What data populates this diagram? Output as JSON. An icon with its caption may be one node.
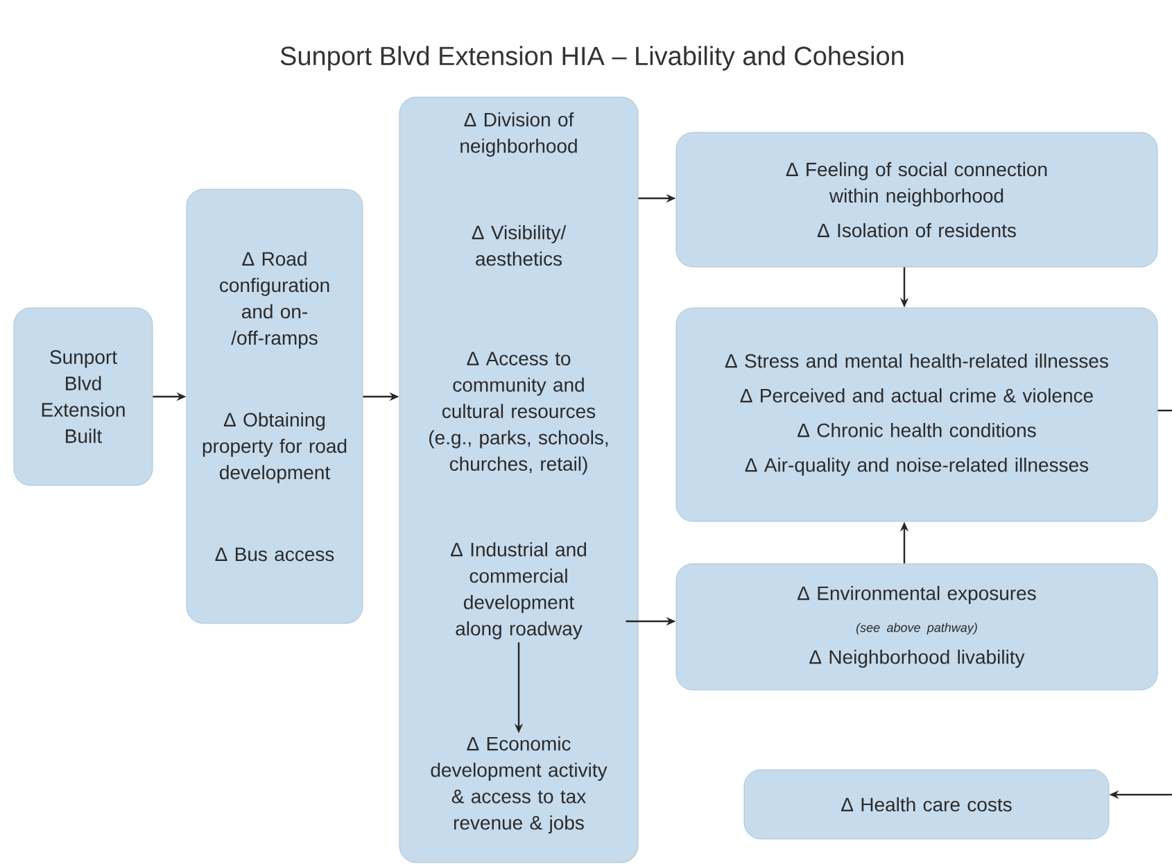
{
  "diagram": {
    "title": "Sunport Blvd Extension HIA – Livability and Cohesion",
    "nodes": [
      {
        "text": [
          "Sunport Blvd Extension Built"
        ]
      },
      {
        "text": [
          "Δ Road configuration and on-/off-ramps",
          "Δ Obtaining property for road development",
          "Δ Bus access"
        ]
      },
      {
        "text": [],
        "shape": "box"
      },
      {
        "text": [
          "Δ Division of neighborhood"
        ],
        "in": 2
      },
      {
        "text": [
          "Δ Visibility/ aesthetics"
        ],
        "in": 2
      },
      {
        "text": [
          "Δ Access to community and cultural resources (e.g., parks, schools, churches, retail)"
        ],
        "in": 2
      },
      {
        "text": [
          "Δ Industrial and commercial development along roadway"
        ],
        "in": 2
      },
      {
        "text": [
          "Δ Economic development activity & access to tax revenue & jobs"
        ],
        "in": 2
      },
      {
        "text": [
          "Δ Feeling of social connection within neighborhood",
          "Δ Isolation of residents"
        ]
      },
      {
        "text": [
          "Δ Stress and mental health-related illnesses",
          "Δ Perceived and actual crime & violence",
          "Δ Chronic health conditions",
          "Δ Air-quality and noise-related illnesses"
        ]
      },
      {
        "text": [
          "Δ Environmental exposures",
          "(see above pathway)",
          "Δ Neighborhood livability"
        ]
      },
      {
        "text": [
          "Δ Health care costs"
        ]
      }
    ],
    "edges": [
      {
        "from": 0,
        "to": 1,
        "arrow": "to"
      },
      {
        "from": 1,
        "to": 2,
        "arrow": "to"
      },
      {
        "from": 2,
        "to": 8,
        "arrow": "to"
      },
      {
        "from": 6,
        "to": 10,
        "arrow": "to"
      },
      {
        "from": 6,
        "to": 7,
        "arrow": "to"
      },
      {
        "from": 8,
        "to": 9,
        "arrow": "to"
      },
      {
        "from": 10,
        "to": 9,
        "arrow": "to"
      },
      {
        "from": 9,
        "to": null,
        "arrow": "none"
      },
      {
        "from": null,
        "to": 11,
        "arrow": "to"
      }
    ]
  }
}
